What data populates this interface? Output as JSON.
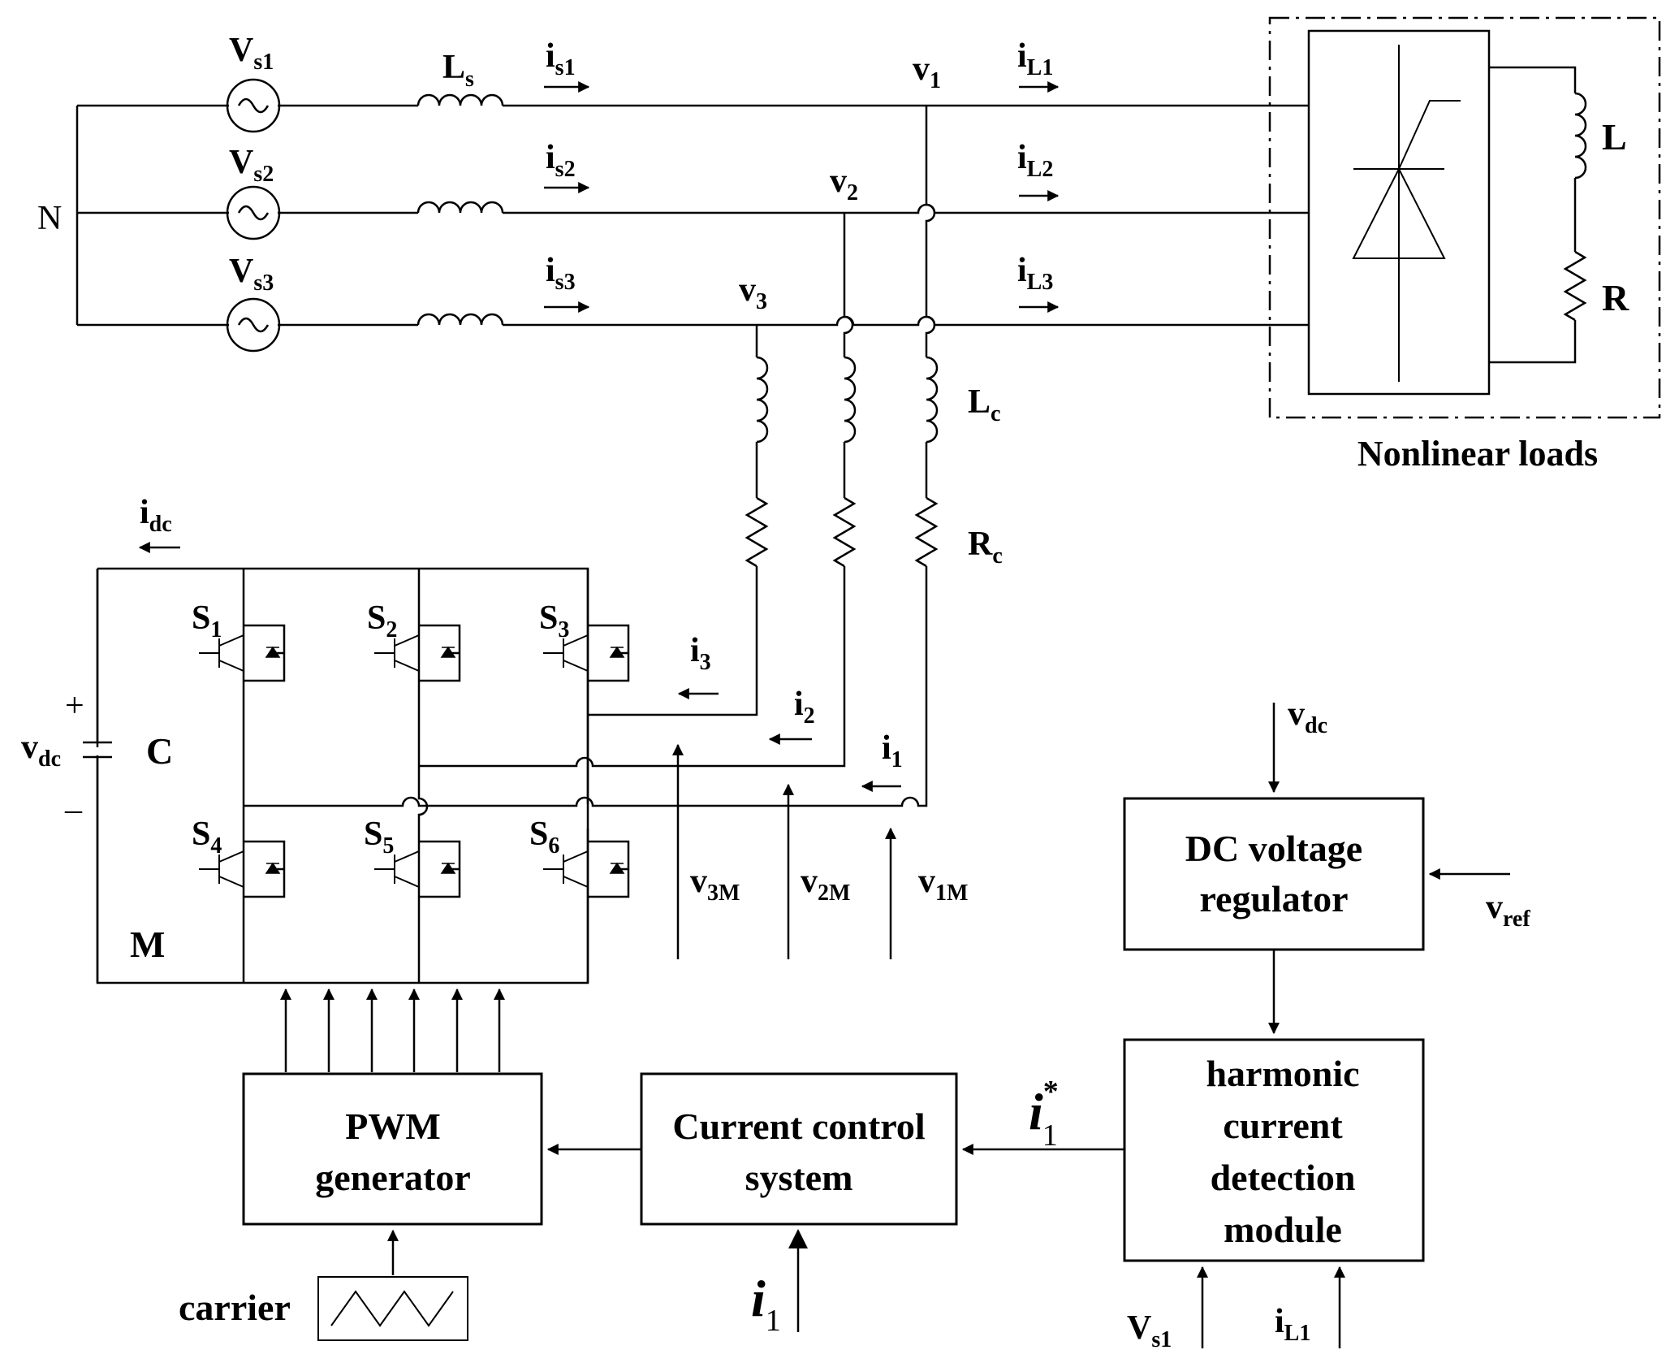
{
  "sources": [
    {
      "base": "V",
      "sub": "s1"
    },
    {
      "base": "V",
      "sub": "s2"
    },
    {
      "base": "V",
      "sub": "s3"
    }
  ],
  "neutral": "N",
  "source_inductor": {
    "base": "L",
    "sub": "s"
  },
  "source_currents": [
    {
      "base": "i",
      "sub": "s1"
    },
    {
      "base": "i",
      "sub": "s2"
    },
    {
      "base": "i",
      "sub": "s3"
    }
  ],
  "pcc_voltages": [
    {
      "base": "v",
      "sub": "1"
    },
    {
      "base": "v",
      "sub": "2"
    },
    {
      "base": "v",
      "sub": "3"
    }
  ],
  "load_currents": [
    {
      "base": "i",
      "sub": "L1"
    },
    {
      "base": "i",
      "sub": "L2"
    },
    {
      "base": "i",
      "sub": "L3"
    }
  ],
  "load": {
    "title": "Nonlinear  loads",
    "inductor": "L",
    "resistor": "R"
  },
  "filter": {
    "inductor": {
      "base": "L",
      "sub": "c"
    },
    "resistor": {
      "base": "R",
      "sub": "c"
    }
  },
  "dc_link": {
    "current": {
      "base": "i",
      "sub": "dc"
    },
    "voltage": {
      "base": "v",
      "sub": "dc"
    },
    "capacitor": "C",
    "plus": "+",
    "minus": "–",
    "midpoint": "M"
  },
  "switches": [
    {
      "base": "S",
      "sub": "1"
    },
    {
      "base": "S",
      "sub": "2"
    },
    {
      "base": "S",
      "sub": "3"
    },
    {
      "base": "S",
      "sub": "4"
    },
    {
      "base": "S",
      "sub": "5"
    },
    {
      "base": "S",
      "sub": "6"
    }
  ],
  "inverter_currents": [
    {
      "base": "i",
      "sub": "3"
    },
    {
      "base": "i",
      "sub": "2"
    },
    {
      "base": "i",
      "sub": "1"
    }
  ],
  "leg_voltages": [
    {
      "base": "v",
      "sub": "3M"
    },
    {
      "base": "v",
      "sub": "2M"
    },
    {
      "base": "v",
      "sub": "1M"
    }
  ],
  "blocks": {
    "pwm": [
      "PWM",
      "generator"
    ],
    "current_control": [
      "Current control",
      "system"
    ],
    "harmonic": [
      "harmonic",
      "current",
      "detection",
      "module"
    ],
    "dc_regulator": [
      "DC voltage",
      "regulator"
    ]
  },
  "signals": {
    "carrier": "carrier",
    "i1_ref": {
      "base": "i",
      "sub": "1",
      "sup": "*"
    },
    "i1": {
      "base": "i",
      "sub": "1"
    },
    "vdc_in": {
      "base": "v",
      "sub": "dc"
    },
    "vref": {
      "base": "v",
      "sub": "ref"
    },
    "vs1_in": {
      "base": "V",
      "sub": "s1"
    },
    "il1_in": {
      "base": "i",
      "sub": "L1"
    }
  }
}
